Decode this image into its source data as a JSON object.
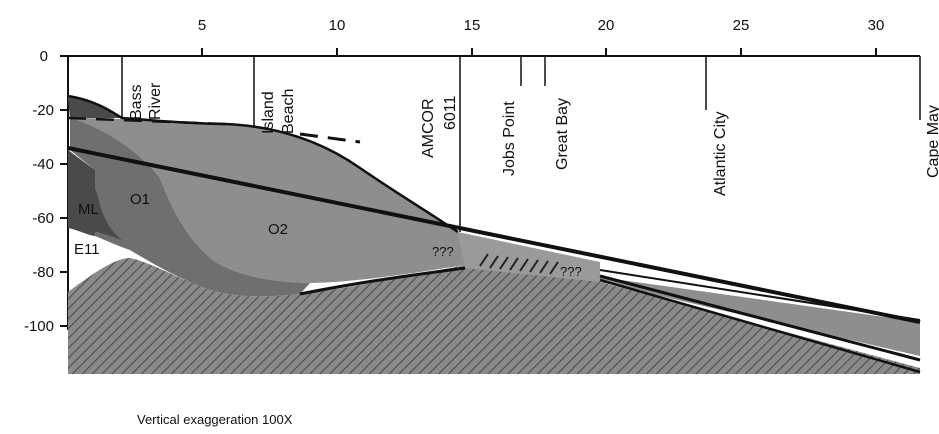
{
  "x_axis": {
    "ticks": [
      "5",
      "10",
      "15",
      "20",
      "25",
      "30"
    ]
  },
  "y_axis": {
    "ticks": [
      "0",
      "-20",
      "-40",
      "-60",
      "-80",
      "-100"
    ]
  },
  "locations": [
    {
      "text": "Bass",
      "text2": "River"
    },
    {
      "text": "Island",
      "text2": "Beach"
    },
    {
      "text": "AMCOR",
      "text2": "6011"
    },
    {
      "text": "Jobs Point",
      "text2": ""
    },
    {
      "text": "Great Bay",
      "text2": ""
    },
    {
      "text": "Atlantic City",
      "text2": ""
    },
    {
      "text": "Cape May",
      "text2": ""
    }
  ],
  "units": {
    "ml": "ML",
    "o1": "O1",
    "o2": "O2",
    "e11": "E11"
  },
  "unknown_marks": [
    "???",
    "???"
  ],
  "note": "Vertical exaggeration 100X",
  "colors": {
    "unit_ml": "#4a4a4a",
    "unit_o1": "#6f6f6f",
    "unit_o2": "#8e8e8e",
    "basement_fill": "#8a8a8a",
    "basement_hatch": "#4c4c4c",
    "line": "#111111"
  }
}
